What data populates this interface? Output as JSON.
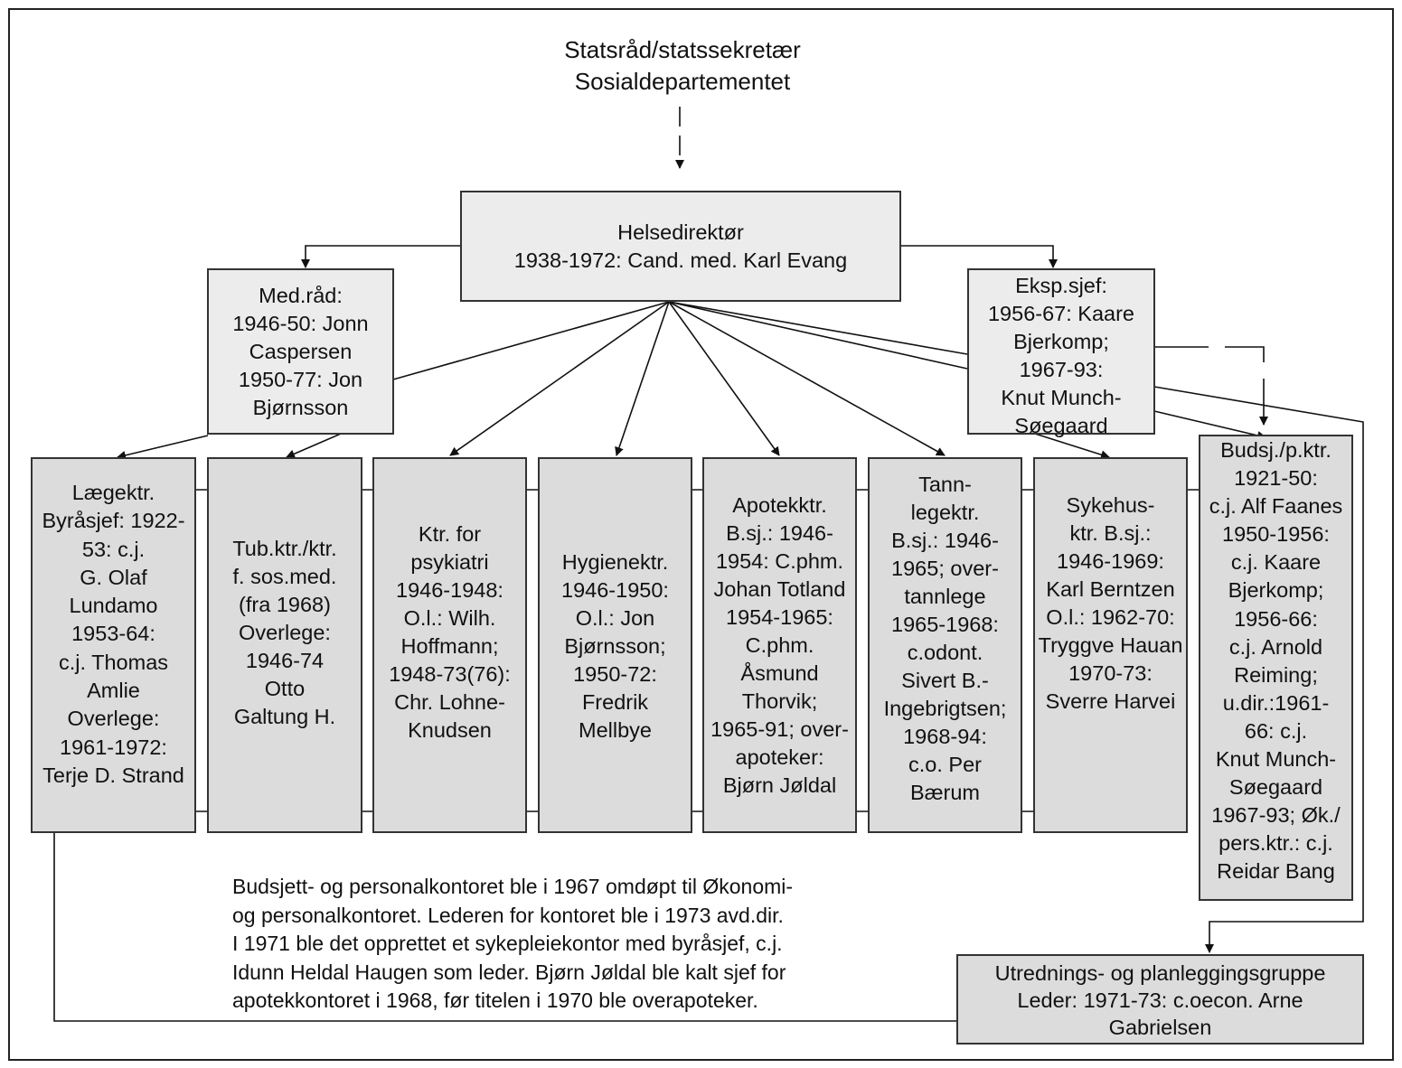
{
  "title": {
    "lines": [
      "Statsråd/statssekretær",
      "Sosialdepartementet"
    ]
  },
  "helsedirektor": {
    "lines": [
      "Helsedirektør",
      "1938-1972: Cand. med. Karl Evang"
    ]
  },
  "medrad": {
    "lines": [
      "Med.råd:",
      "1946-50: Jonn",
      "Caspersen",
      "1950-77: Jon",
      "Bjørnsson"
    ]
  },
  "ekspsjef": {
    "lines": [
      "Eksp.sjef:",
      "1956-67: Kaare",
      "Bjerkomp;",
      "1967-93:",
      "Knut Munch-",
      "Søegaard"
    ]
  },
  "offices": [
    {
      "lines": [
        "Lægektr.",
        "Byråsjef: 1922-",
        "53: c.j.",
        "G. Olaf",
        "Lundamo",
        "1953-64:",
        "c.j. Thomas",
        "Amlie",
        "Overlege:",
        "1961-1972:",
        "Terje D. Strand"
      ]
    },
    {
      "lines": [
        "Tub.ktr./ktr.",
        "f. sos.med.",
        "(fra 1968)",
        "Overlege:",
        "1946-74",
        "Otto",
        "Galtung H."
      ]
    },
    {
      "lines": [
        "Ktr. for",
        "psykiatri",
        "1946-1948:",
        "O.l.: Wilh.",
        "Hoffmann;",
        "1948-73(76):",
        "Chr. Lohne-",
        "Knudsen"
      ]
    },
    {
      "lines": [
        "Hygienektr.",
        "1946-1950:",
        "O.l.: Jon",
        "Bjørnsson;",
        "1950-72:",
        "Fredrik",
        "Mellbye"
      ]
    },
    {
      "lines": [
        "Apotekktr.",
        "B.sj.: 1946-",
        "1954: C.phm.",
        "Johan Totland",
        "1954-1965:",
        "C.phm.",
        "Åsmund",
        "Thorvik;",
        "1965-91; over-",
        "apoteker:",
        "Bjørn Jøldal"
      ]
    },
    {
      "lines": [
        "Tann-",
        "legektr.",
        "B.sj.: 1946-",
        "1965; over-",
        "tannlege",
        "1965-1968:",
        "c.odont.",
        "Sivert B.-",
        "Ingebrigtsen;",
        "1968-94:",
        "c.o. Per",
        "Bærum"
      ]
    },
    {
      "lines": [
        "Sykehus-",
        "ktr. B.sj.:",
        "1946-1969:",
        "Karl Berntzen",
        "O.l.: 1962-70:",
        "Tryggve Hauan",
        "1970-73:",
        "Sverre Harvei"
      ]
    }
  ],
  "budsjett": {
    "lines": [
      "Budsj./p.ktr.",
      "1921-50:",
      "c.j. Alf Faanes",
      "1950-1956:",
      "c.j. Kaare",
      "Bjerkomp;",
      "1956-66:",
      "c.j. Arnold",
      "Reiming;",
      "u.dir.:1961-",
      "66: c.j.",
      "Knut Munch-",
      "Søegaard",
      "1967-93; Øk./",
      "pers.ktr.: c.j.",
      "Reidar Bang"
    ]
  },
  "utredning": {
    "lines": [
      "Utrednings- og planleggingsgruppe",
      "Leder: 1971-73: c.oecon. Arne",
      "Gabrielsen"
    ]
  },
  "note": {
    "lines": [
      "Budsjett- og personalkontoret ble i 1967 omdøpt til Økonomi-",
      "og personalkontoret. Lederen for kontoret ble i 1973 avd.dir.",
      "I 1971 ble det opprettet et sykepleiekontor med byråsjef, c.j.",
      "Idunn Heldal Haugen som leder. Bjørn Jøldal ble kalt sjef for",
      "apotekkontoret i 1968, før titelen i 1970 ble overapoteker."
    ]
  }
}
